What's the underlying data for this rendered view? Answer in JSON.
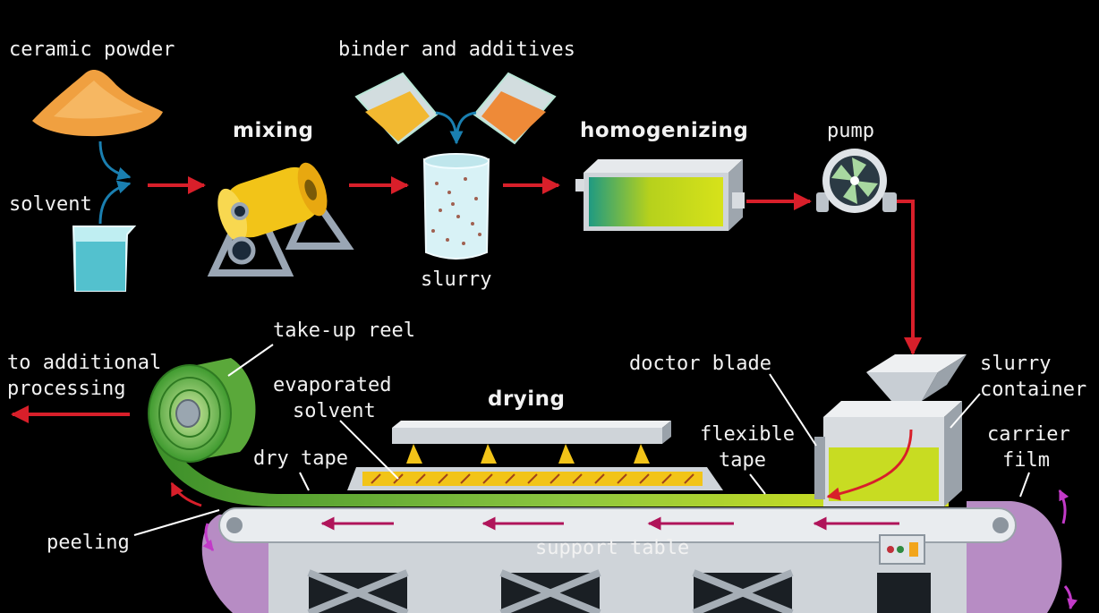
{
  "labels": {
    "ceramic_powder": "ceramic powder",
    "binder_additives": "binder and additives",
    "mixing": "mixing",
    "homogenizing": "homogenizing",
    "pump": "pump",
    "solvent": "solvent",
    "slurry": "slurry",
    "take_up_reel": "take-up reel",
    "to_additional_processing_1": "to additional",
    "to_additional_processing_2": "processing",
    "evaporated_solvent_1": "evaporated",
    "evaporated_solvent_2": "solvent",
    "drying": "drying",
    "doctor_blade": "doctor blade",
    "slurry_container_1": "slurry",
    "slurry_container_2": "container",
    "flexible_tape_1": "flexible",
    "flexible_tape_2": "tape",
    "carrier_film_1": "carrier",
    "carrier_film_2": "film",
    "dry_tape": "dry tape",
    "peeling": "peeling",
    "support_table": "support table"
  },
  "colors": {
    "background": "#000000",
    "flow_arrow": "#d81f2a",
    "table_arrow": "#b0145a",
    "rotation_arrow": "#c23ac8",
    "tape_green": "#7bc043",
    "slurry_yellow": "#d7e21a",
    "machine_gray": "#d8dce0",
    "carrier_purple": "#b78cc4",
    "powder_orange": "#f0a040",
    "mixer_yellow": "#f2c418",
    "glass_cyan": "#7fd6df",
    "leader_line": "#ffffff"
  },
  "icons": [
    "powder-pile-icon",
    "beaker-icon",
    "ball-mill-icon",
    "cup-icon",
    "slurry-jar-icon",
    "homogenizer-icon",
    "pump-icon",
    "hopper-icon",
    "reel-icon",
    "dryer-icon",
    "conveyor-icon",
    "control-panel-icon"
  ]
}
